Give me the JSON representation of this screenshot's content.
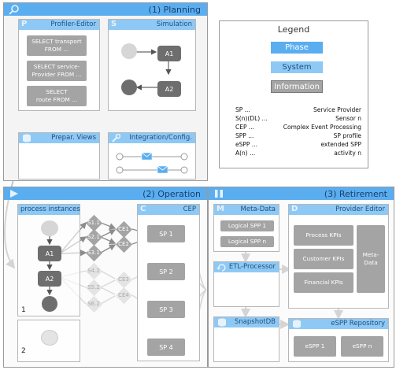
{
  "planning": {
    "title": "(1) Planning",
    "profiler_editor": {
      "letter": "P",
      "label": "Profiler-Editor",
      "queries": [
        {
          "l1": "SELECT transport",
          "l2": "FROM ..."
        },
        {
          "l1": "SELECT service-",
          "l2": "Provider FROM ..."
        },
        {
          "l1": "SELECT",
          "l2": "route FROM ..."
        }
      ]
    },
    "simulation": {
      "letter": "S",
      "label": "Simulation",
      "a1": "A1",
      "a2": "A2"
    },
    "prepar_views": {
      "label": "Prepar. Views"
    },
    "integration": {
      "label": "Integration/Config."
    }
  },
  "legend": {
    "title": "Legend",
    "phase": "Phase",
    "system": "System",
    "information": "Information",
    "abbreviations": [
      {
        "abbr": "SP ...",
        "desc": "Service Provider"
      },
      {
        "abbr": "S(n)(DL) ...",
        "desc": "Sensor n"
      },
      {
        "abbr": "CEP ...",
        "desc": "Complex Event Processing"
      },
      {
        "abbr": "SPP ...",
        "desc": "SP profile"
      },
      {
        "abbr": "eSPP ...",
        "desc": "extended SPP"
      },
      {
        "abbr": "A(n) ...",
        "desc": "activity n"
      }
    ]
  },
  "operation": {
    "title": "(2) Operation",
    "process_instances": {
      "label": "process instances",
      "a1": "A1",
      "a2": "A2",
      "instance_1": "1",
      "instance_2": "2"
    },
    "sensors": [
      "S1.1",
      "S2.1",
      "S3.1",
      "S4.2",
      "S5.2",
      "S6.2"
    ],
    "ce": [
      "CE1",
      "CE2",
      "CE3",
      "CE4"
    ],
    "cep": {
      "letter": "C",
      "label": "CEP",
      "sps": [
        "SP 1",
        "SP 2",
        "SP 3",
        "SP 4"
      ]
    }
  },
  "retirement": {
    "title": "(3) Retirement",
    "meta_data": {
      "letter": "M",
      "label": "Meta-Data",
      "items": [
        "Logical SPP 1",
        "Logical SPP n"
      ]
    },
    "etl": {
      "label": "ETL-Processor"
    },
    "snapshot": {
      "label": "SnapshotDB"
    },
    "provider_editor": {
      "letter": "D",
      "label": "Provider Editor",
      "kpis": [
        "Process KPIs",
        "Customer KPIs",
        "Financial KPIs"
      ],
      "meta": {
        "l1": "Meta-",
        "l2": "Data"
      }
    },
    "espp_repo": {
      "label": "eSPP Repository",
      "items": [
        "eSPP 1",
        "eSPP n"
      ]
    }
  },
  "colors": {
    "phase": "#5aaef0",
    "system": "#8ec9f5",
    "information": "#a4a4a4",
    "node": "#6e6e6e"
  }
}
